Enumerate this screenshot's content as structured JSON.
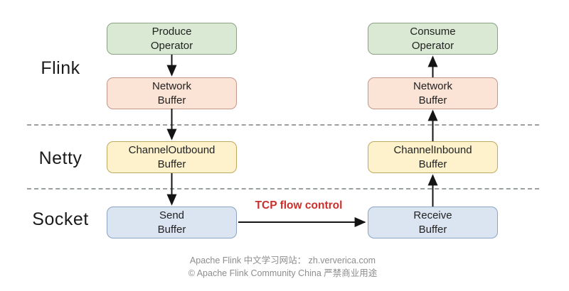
{
  "diagram": {
    "title_semantic": "Flink TCP flow control architecture",
    "layers": [
      {
        "label": "Flink"
      },
      {
        "label": "Netty"
      },
      {
        "label": "Socket"
      }
    ],
    "columns": {
      "left": [
        {
          "line1": "Produce",
          "line2": "Operator",
          "color_key": "operator"
        },
        {
          "line1": "Network",
          "line2": "Buffer",
          "color_key": "network"
        },
        {
          "line1": "ChannelOutbound",
          "line2": "Buffer",
          "color_key": "channel"
        },
        {
          "line1": "Send",
          "line2": "Buffer",
          "color_key": "socket"
        }
      ],
      "right": [
        {
          "line1": "Consume",
          "line2": "Operator",
          "color_key": "operator"
        },
        {
          "line1": "Network",
          "line2": "Buffer",
          "color_key": "network"
        },
        {
          "line1": "ChannelInbound",
          "line2": "Buffer",
          "color_key": "channel"
        },
        {
          "line1": "Receive",
          "line2": "Buffer",
          "color_key": "socket"
        }
      ]
    },
    "tcp_label": "TCP flow control",
    "flow": {
      "left_direction": "down",
      "right_direction": "up",
      "horizontal": "Send Buffer -> Receive Buffer"
    }
  },
  "footer": {
    "line1": "Apache Flink 中文学习网站： zh.ververica.com",
    "line2": "© Apache Flink Community China  严禁商业用途"
  },
  "colors": {
    "operator_fill": "#d9e9d3",
    "network_fill": "#fbe3d5",
    "channel_fill": "#fdf2cc",
    "socket_fill": "#dbe4f1",
    "arrow": "#141414",
    "tcp_label_color": "#c9302c",
    "footer_text": "#8d8d8d",
    "separator": "#9aa0a0"
  }
}
